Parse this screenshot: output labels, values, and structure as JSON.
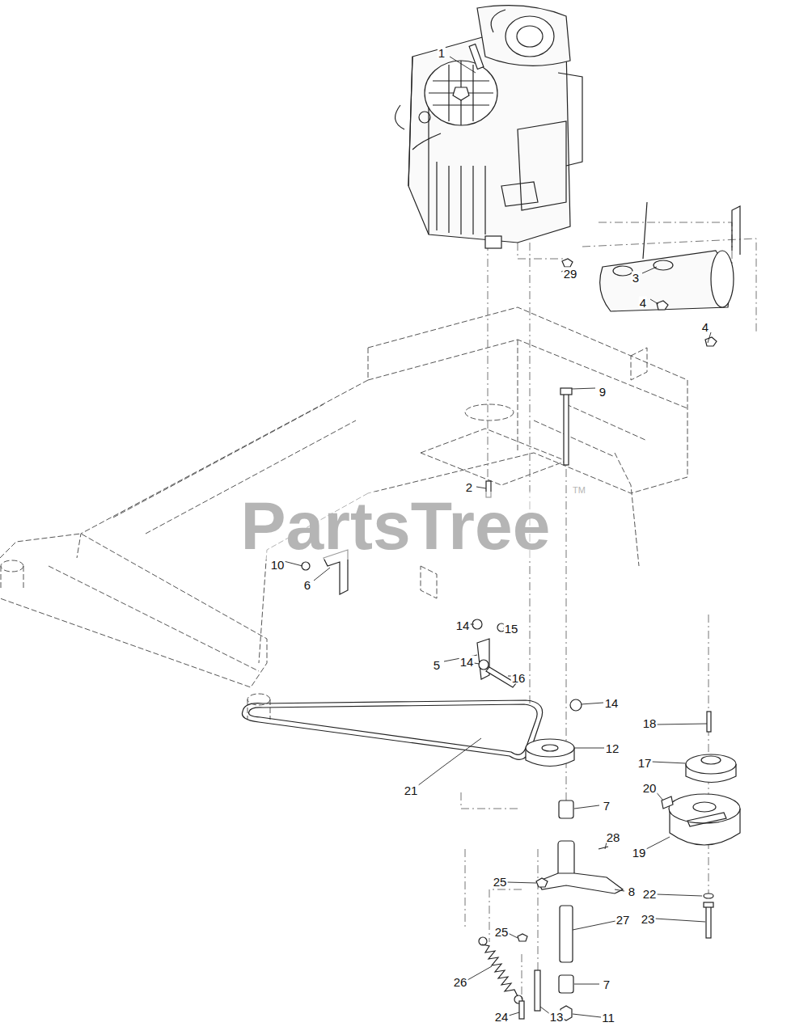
{
  "diagram": {
    "labels": [
      "1",
      "29",
      "3",
      "4",
      "4",
      "9",
      "2",
      "10",
      "6",
      "14",
      "15",
      "5",
      "14",
      "16",
      "14",
      "18",
      "12",
      "17",
      "21",
      "20",
      "7",
      "28",
      "19",
      "25",
      "8",
      "22",
      "23",
      "25",
      "27",
      "26",
      "7",
      "24",
      "13",
      "11",
      "PartsTree",
      "TM"
    ]
  }
}
